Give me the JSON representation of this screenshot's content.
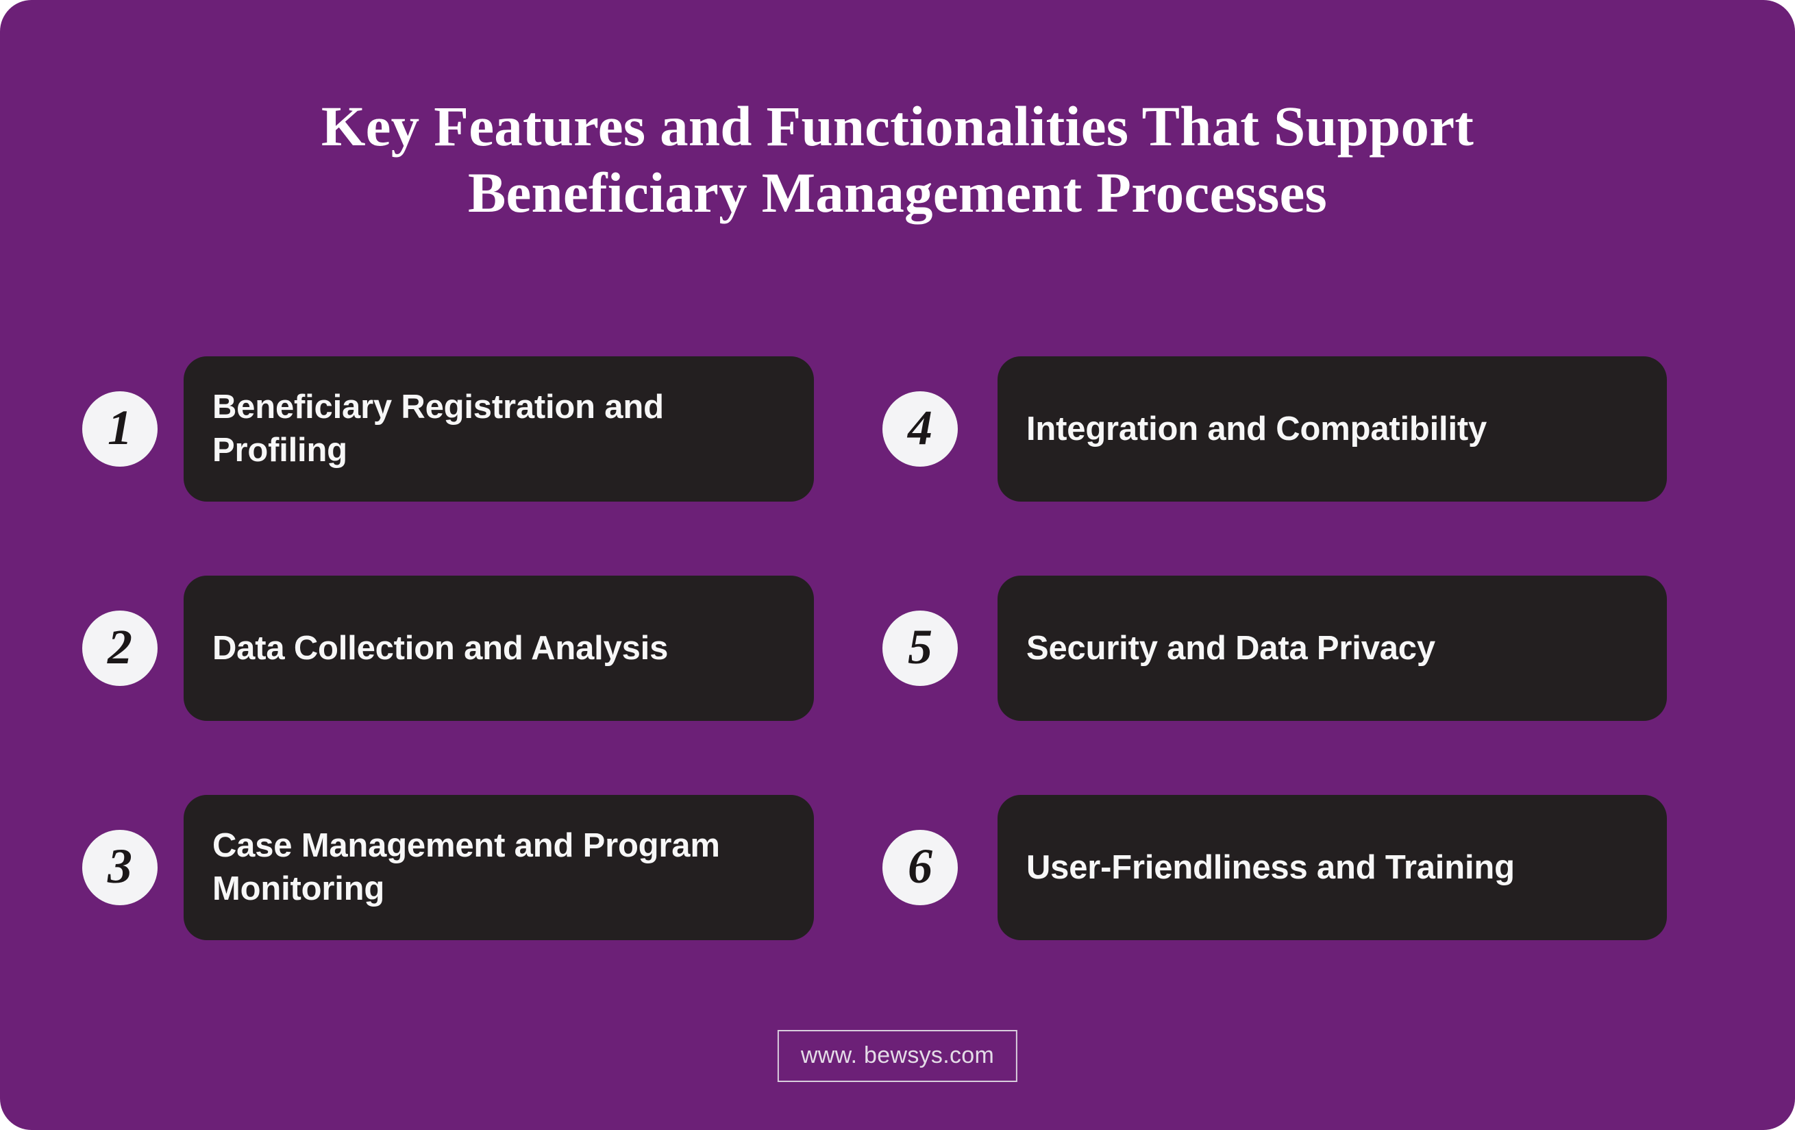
{
  "poster": {
    "background_color": "#6C2077",
    "card_color": "#231F20",
    "badge_color": "#F4F4F6",
    "text_color": "#F7F7F7"
  },
  "title": {
    "line1": "Key Features and Functionalities That Support",
    "line2": "Beneficiary Management Processes"
  },
  "items": [
    {
      "number": "1",
      "label": "Beneficiary Registration and Profiling"
    },
    {
      "number": "2",
      "label": "Data Collection and Analysis"
    },
    {
      "number": "3",
      "label": "Case Management and Program Monitoring"
    },
    {
      "number": "4",
      "label": "Integration and Compatibility"
    },
    {
      "number": "5",
      "label": "Security and Data Privacy"
    },
    {
      "number": "6",
      "label": "User-Friendliness and Training"
    }
  ],
  "footer": {
    "url": "www. bewsys.com"
  }
}
